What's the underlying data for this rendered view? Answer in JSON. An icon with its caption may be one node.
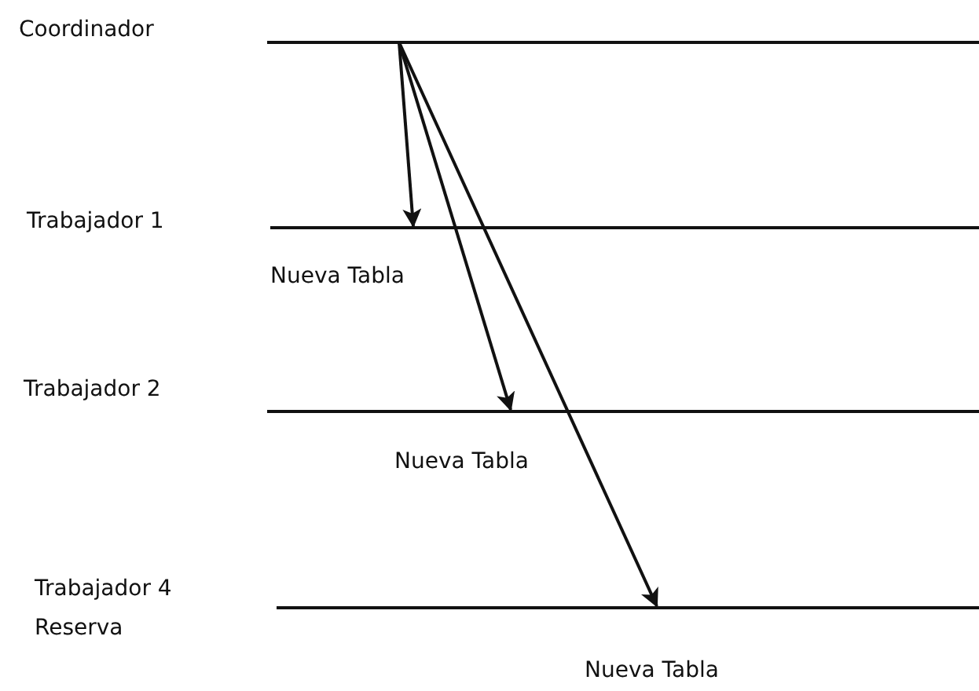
{
  "diagram": {
    "nodes": [
      {
        "text": [],
        "shape": "bar"
      },
      {
        "text": [],
        "shape": "bar"
      },
      {
        "text": [],
        "shape": "bar"
      },
      {
        "text": [],
        "shape": "bar"
      }
    ],
    "labels": [
      "Coordinador",
      "Trabajador 1",
      "Trabajador 2",
      "Trabajador 4",
      "Reserva"
    ],
    "edges": [
      {
        "from": 0,
        "to": 1,
        "arrow": "to",
        "label": "Nueva Tabla"
      },
      {
        "from": 0,
        "to": 2,
        "arrow": "to",
        "label": "Nueva Tabla"
      },
      {
        "from": 0,
        "to": 3,
        "arrow": "to",
        "label": "Nueva Tabla"
      }
    ]
  }
}
